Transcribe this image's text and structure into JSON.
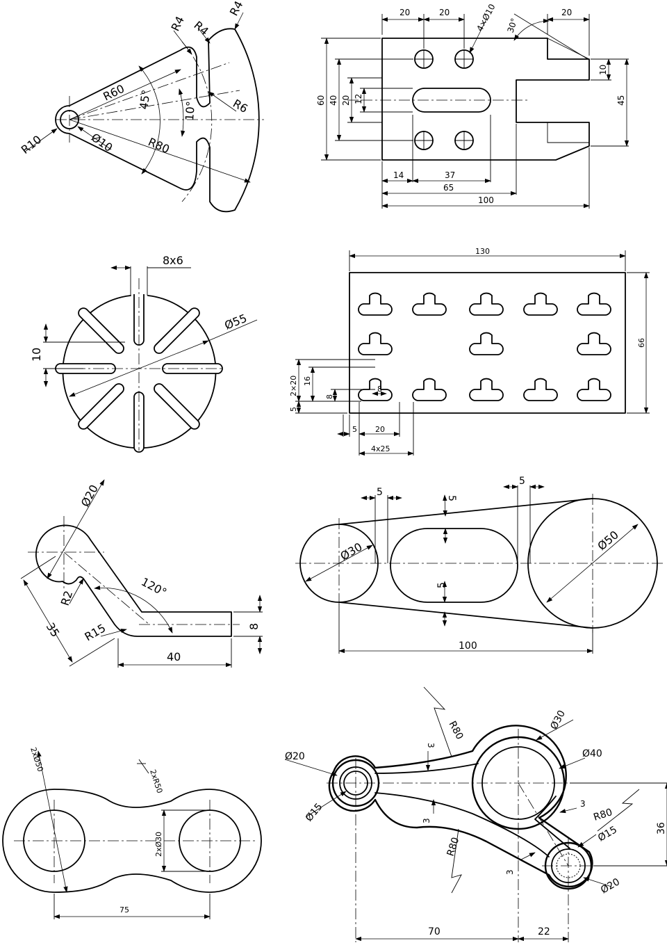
{
  "drawing_1": {
    "r4_a": "R4",
    "r4_b": "R4",
    "r4_c": "R4",
    "r60": "R60",
    "angle_45": "45°",
    "angle_10": "10°",
    "r6": "R6",
    "r10": "R10",
    "dia10": "Ø10",
    "r80": "R80"
  },
  "drawing_2": {
    "d20_a": "20",
    "d20_b": "20",
    "holes": "4×Ø10",
    "angle30": "30°",
    "d20_c": "20",
    "d60": "60",
    "d40": "40",
    "d20_v": "20",
    "d12": "12",
    "d10": "10",
    "d45": "45",
    "d14": "14",
    "d37": "37",
    "d65": "65",
    "d100": "100"
  },
  "drawing_3": {
    "slot": "8x6",
    "d10": "10",
    "dia55": "Ø55"
  },
  "drawing_4": {
    "d130": "130",
    "d66": "66",
    "d2x20": "2×20",
    "d16": "16",
    "d8v": "8",
    "d8h": "8",
    "d5v": "5",
    "d5h": "5",
    "d20": "20",
    "d4x25": "4x25"
  },
  "drawing_5": {
    "dia20": "Ø20",
    "r2": "R2",
    "d35": "35",
    "r15": "R15",
    "angle120": "120°",
    "d40": "40",
    "d8": "8"
  },
  "drawing_6": {
    "d5_a": "5",
    "d5_b": "5",
    "d5_c": "5",
    "d5_d": "5",
    "dia30": "Ø30",
    "dia50": "Ø50",
    "d100": "100"
  },
  "drawing_7": {
    "dia50": "2xØ50",
    "r50": "2xR50",
    "dia30": "2xØ30",
    "d75": "75"
  },
  "drawing_8": {
    "r80_a": "R80",
    "dia30": "Ø30",
    "dia20_a": "Ø20",
    "dia40": "Ø40",
    "d3_a": "3",
    "d3_b": "3",
    "d3_c": "3",
    "d3_d": "3",
    "r80_b": "R80",
    "dia15_a": "Ø15",
    "r80_c": "R80",
    "d36": "36",
    "dia15_b": "Ø15",
    "dia20_b": "Ø20",
    "d70": "70",
    "d22": "22"
  }
}
